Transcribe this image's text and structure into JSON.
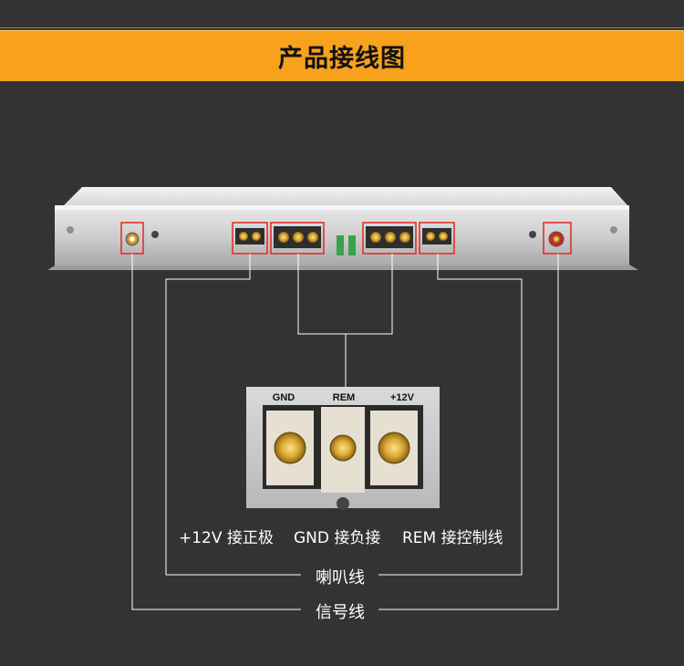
{
  "header": {
    "title": "产品接线图"
  },
  "terminal_block": {
    "labels": [
      "GND",
      "REM",
      "+12V"
    ]
  },
  "legend": {
    "plus12v": "+12V 接正极",
    "gnd": "GND 接负接",
    "rem": "REM 接控制线"
  },
  "lines": {
    "speaker": "喇叭线",
    "signal": "信号线"
  },
  "colors": {
    "accent": "#f7a11c",
    "highlight_box": "#e0281e",
    "background": "#333333",
    "connector_line": "#ffffff"
  }
}
